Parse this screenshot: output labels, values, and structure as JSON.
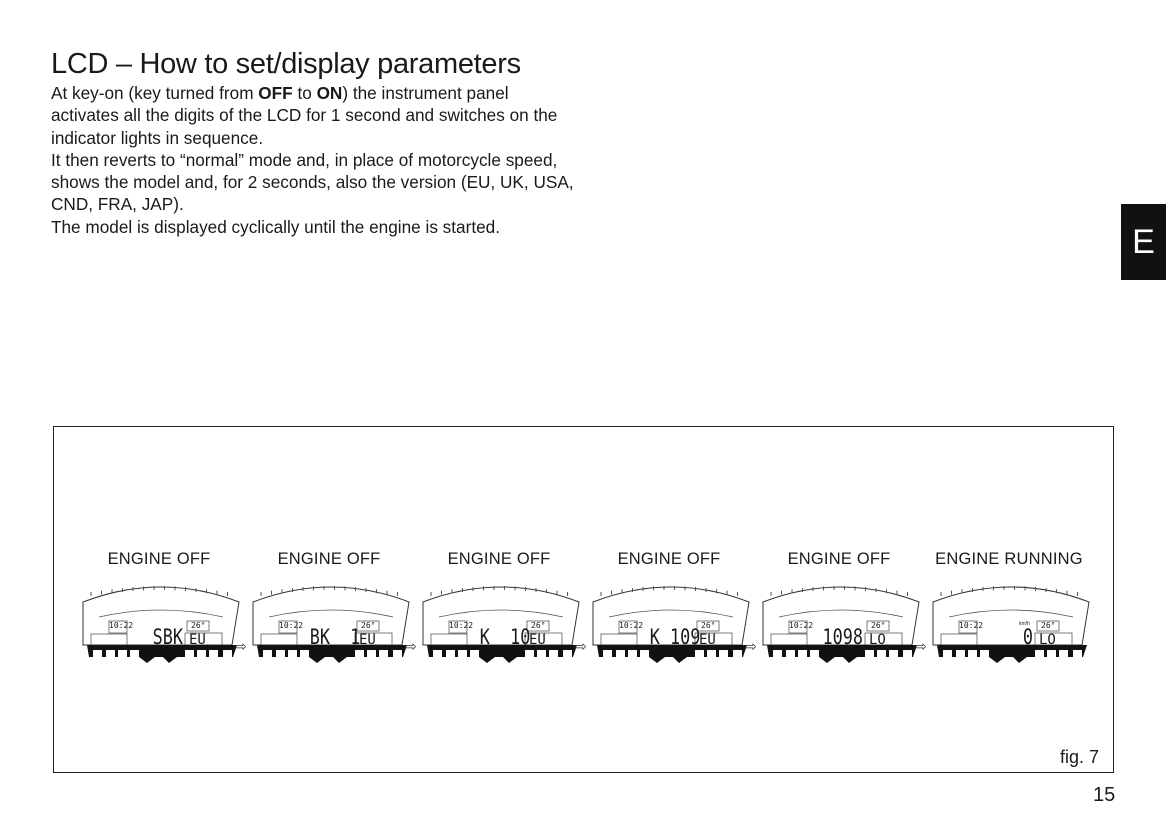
{
  "page": {
    "title": "LCD – How to set/display parameters",
    "paragraphs": [
      {
        "pre": "At key-on (key turned from ",
        "b1": "OFF",
        "mid": " to ",
        "b2": "ON",
        "post": ") the instrument panel activates all the digits of the LCD for 1 second and switches on the indicator lights in sequence."
      },
      {
        "text": "It then reverts to “normal” mode and, in place of motorcycle speed, shows the model and, for 2 seconds, also the version (EU, UK, USA, CND, FRA, JAP)."
      },
      {
        "text": "The model is displayed cyclically until the engine is started."
      }
    ],
    "section_tab": "E",
    "page_number": "15"
  },
  "figure": {
    "caption": "fig. 7",
    "arrow_icon": "⇨",
    "panels": [
      {
        "label": "ENGINE OFF",
        "main": "SBK",
        "right": "EU",
        "clock": "10:22",
        "temp": "26°",
        "unit": ""
      },
      {
        "label": "ENGINE OFF",
        "main": "BK  1",
        "right": "EU",
        "clock": "10:22",
        "temp": "26°",
        "unit": ""
      },
      {
        "label": "ENGINE OFF",
        "main": "K  10",
        "right": "EU",
        "clock": "10:22",
        "temp": "26°",
        "unit": ""
      },
      {
        "label": "ENGINE OFF",
        "main": "K 109",
        "right": "EU",
        "clock": "10:22",
        "temp": "26°",
        "unit": ""
      },
      {
        "label": "ENGINE OFF",
        "main": "1098",
        "right": "LO",
        "clock": "10:22",
        "temp": "26°",
        "unit": ""
      },
      {
        "label": "ENGINE RUNNING",
        "main": "0",
        "right": "LO",
        "clock": "10:22",
        "temp": "26°",
        "unit": "km/h"
      }
    ]
  }
}
